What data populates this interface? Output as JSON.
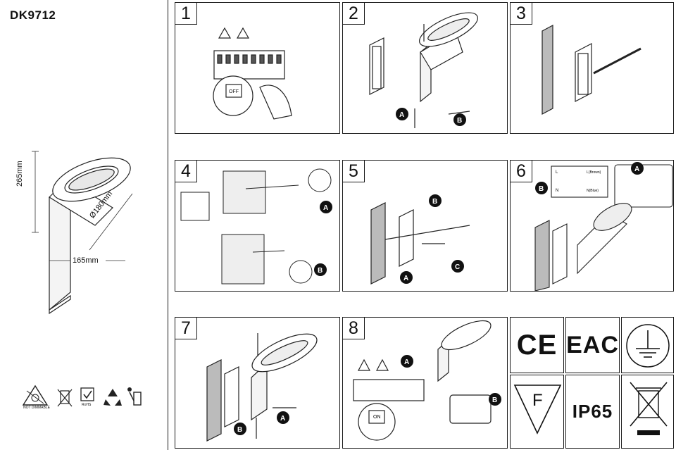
{
  "model": "DK9712",
  "dimensions": {
    "height": "265mm",
    "diameter": "Ø180mm",
    "width": "165mm"
  },
  "footer_icons": {
    "not_dimmable": "NOT DIMMABLE",
    "rohs": "RoHS"
  },
  "steps": [
    {
      "n": "1"
    },
    {
      "n": "2"
    },
    {
      "n": "3"
    },
    {
      "n": "4"
    },
    {
      "n": "5"
    },
    {
      "n": "6"
    },
    {
      "n": "7"
    },
    {
      "n": "8"
    }
  ],
  "labels": {
    "a": "A",
    "b": "B",
    "c": "C",
    "off": "OFF",
    "on": "ON"
  },
  "wiring": {
    "l": "L",
    "n": "N",
    "brown": "L(Brown)",
    "blue": "N(Blue)"
  },
  "certs": {
    "ce": "CE",
    "eac": "EAC",
    "f": "F",
    "ip": "IP65"
  }
}
